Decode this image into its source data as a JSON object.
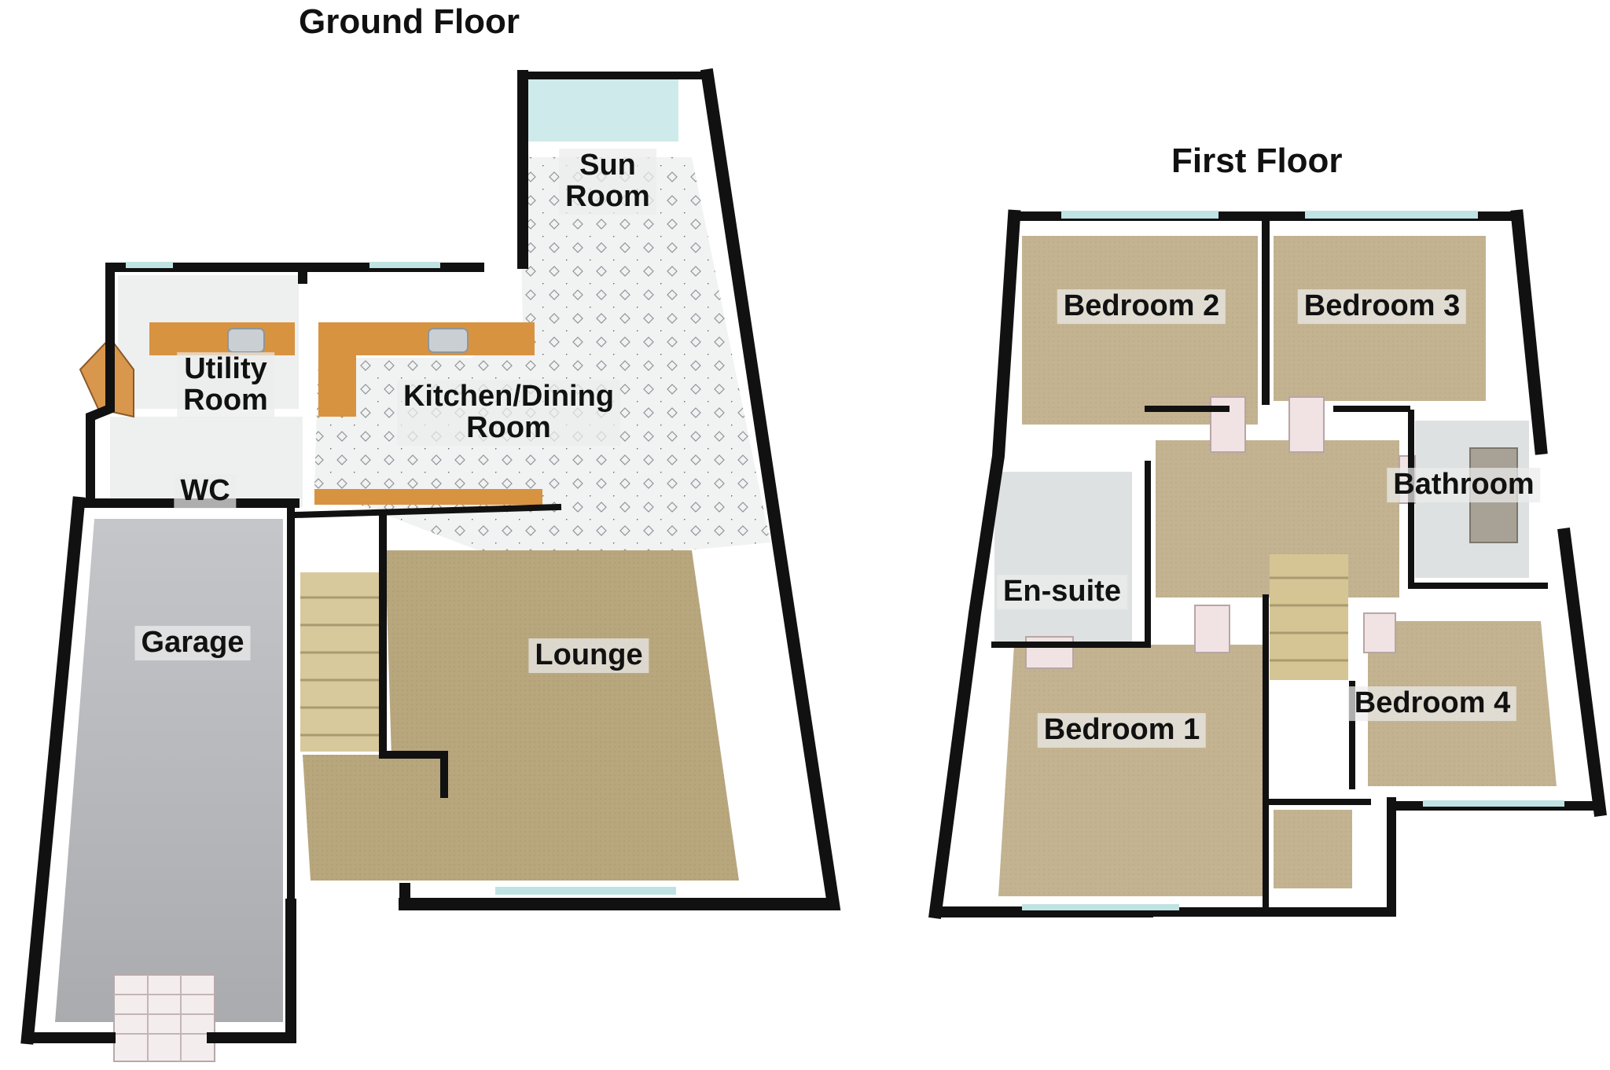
{
  "floors": {
    "ground": {
      "title": "Ground Floor",
      "rooms": {
        "sun_room": "Sun\nRoom",
        "utility_room": "Utility\nRoom",
        "kitchen_dining": "Kitchen/Dining\nRoom",
        "wc": "WC",
        "garage": "Garage",
        "lounge": "Lounge"
      }
    },
    "first": {
      "title": "First Floor",
      "rooms": {
        "bedroom_2": "Bedroom 2",
        "bedroom_3": "Bedroom 3",
        "bathroom": "Bathroom",
        "en_suite": "En-suite",
        "bedroom_1": "Bedroom 1",
        "bedroom_4": "Bedroom 4"
      }
    }
  },
  "colors": {
    "wall": "#111111",
    "wall_face": "#f2f2f2",
    "carpet": "#b7a57c",
    "tile": "#ecefef",
    "garage_floor": "#b5b7bb",
    "worktop": "#d9913e",
    "window": "#bfe3e3",
    "door": "#eadede"
  }
}
